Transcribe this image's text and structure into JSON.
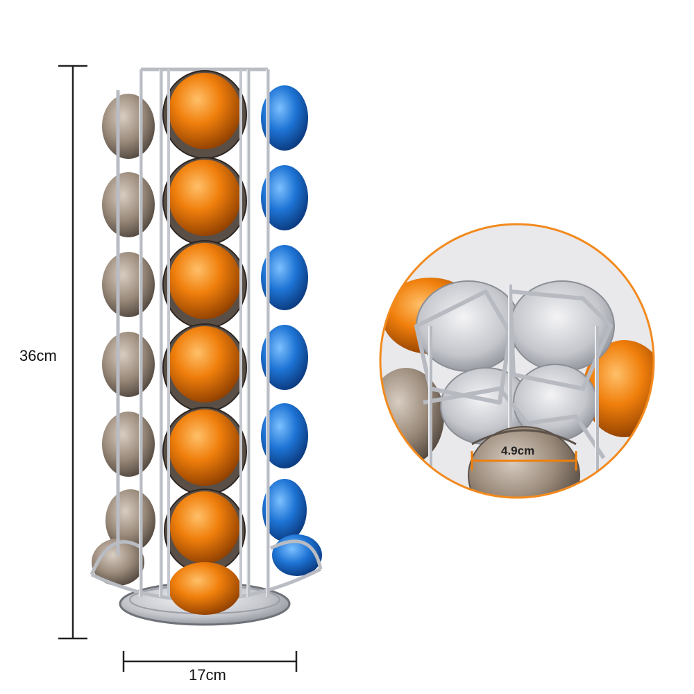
{
  "dimensions": {
    "height_label": "36cm",
    "width_label": "17cm",
    "capsule_diameter_label": "4.9cm"
  },
  "colors": {
    "accent_circle": "#f28a1e",
    "capsule_orange": "#f07f0c",
    "capsule_blue": "#1d73d4",
    "capsule_bronze": "#9a8a7a",
    "chrome": "#c9c9cf"
  }
}
